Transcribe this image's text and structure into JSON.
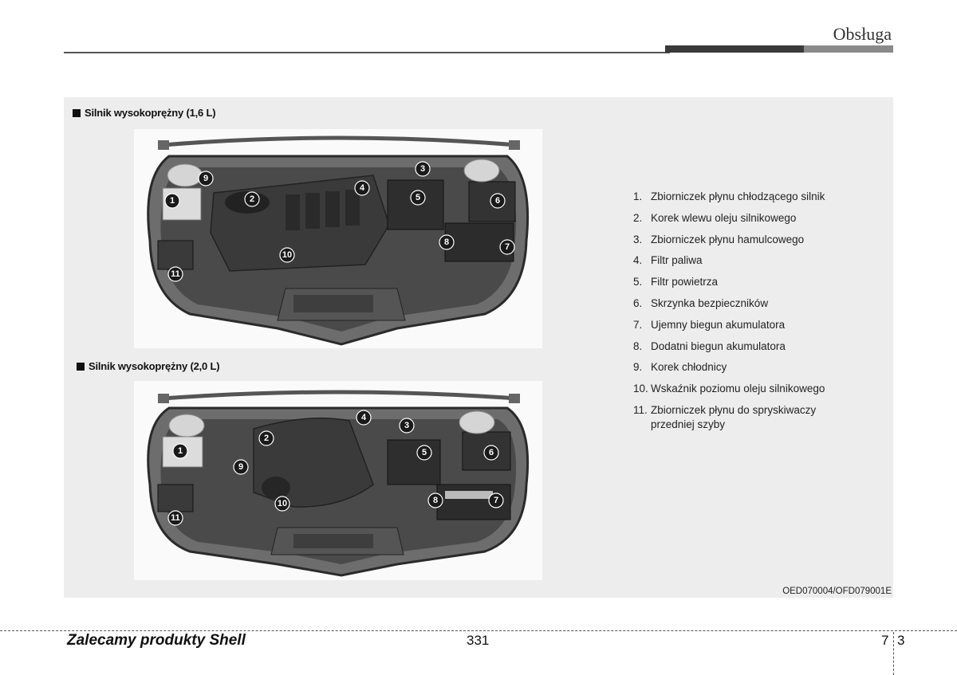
{
  "header": {
    "section_title": "Obsługa"
  },
  "sections": [
    {
      "label": "Silnik wysokoprężny (1,6 L)"
    },
    {
      "label": "Silnik wysokoprężny (2,0 L)"
    }
  ],
  "parts": [
    {
      "num": "1.",
      "text": "Zbiorniczek płynu chłodzącego silnik"
    },
    {
      "num": "2.",
      "text": "Korek wlewu oleju silnikowego"
    },
    {
      "num": "3.",
      "text": "Zbiorniczek płynu hamulcowego"
    },
    {
      "num": "4.",
      "text": "Filtr paliwa"
    },
    {
      "num": "5.",
      "text": "Filtr powietrza"
    },
    {
      "num": "6.",
      "text": "Skrzynka bezpieczników"
    },
    {
      "num": "7.",
      "text": "Ujemny biegun akumulatora"
    },
    {
      "num": "8.",
      "text": "Dodatni biegun akumulatora"
    },
    {
      "num": "9.",
      "text": "Korek chłodnicy"
    },
    {
      "num": "10.",
      "text": "Wskaźnik poziomu oleju silnikowego"
    },
    {
      "num": "11.",
      "text": "Zbiorniczek płynu do spryskiwaczy",
      "cont": "przedniej szyby"
    }
  ],
  "figure_code": "OED070004/OFD079001E",
  "footer": {
    "brand": "Zalecamy produkty Shell",
    "page": "331",
    "chapter": "7",
    "sub": "3"
  },
  "callouts": [
    "1",
    "2",
    "3",
    "4",
    "5",
    "6",
    "7",
    "8",
    "9",
    "10",
    "11"
  ]
}
